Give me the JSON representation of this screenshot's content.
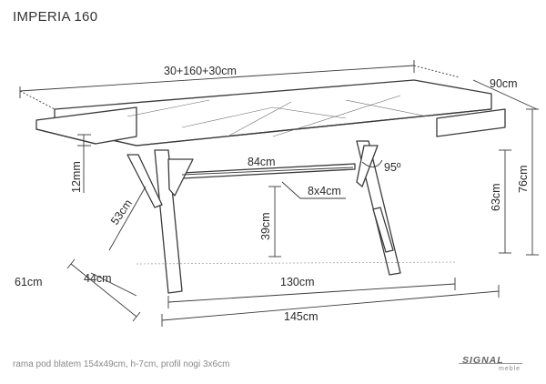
{
  "title": "IMPERIA 160",
  "dimensions": {
    "total_length": "30+160+30cm",
    "depth": "90cm",
    "frame_width": "84cm",
    "angle": "95º",
    "frame_profile": "8x4cm",
    "top_thickness": "12mm",
    "leg_length": "53cm",
    "frame_height": "63cm",
    "total_height": "76cm",
    "clearance": "39cm",
    "foot_depth_outer": "61cm",
    "foot_depth_inner": "44cm",
    "inner_length": "130cm",
    "outer_length": "145cm"
  },
  "footer_note": "rama pod blatem 154x49cm, h-7cm, profil nogi 3x6cm",
  "logo": {
    "brand": "SIGNAL",
    "sub": "meble"
  }
}
